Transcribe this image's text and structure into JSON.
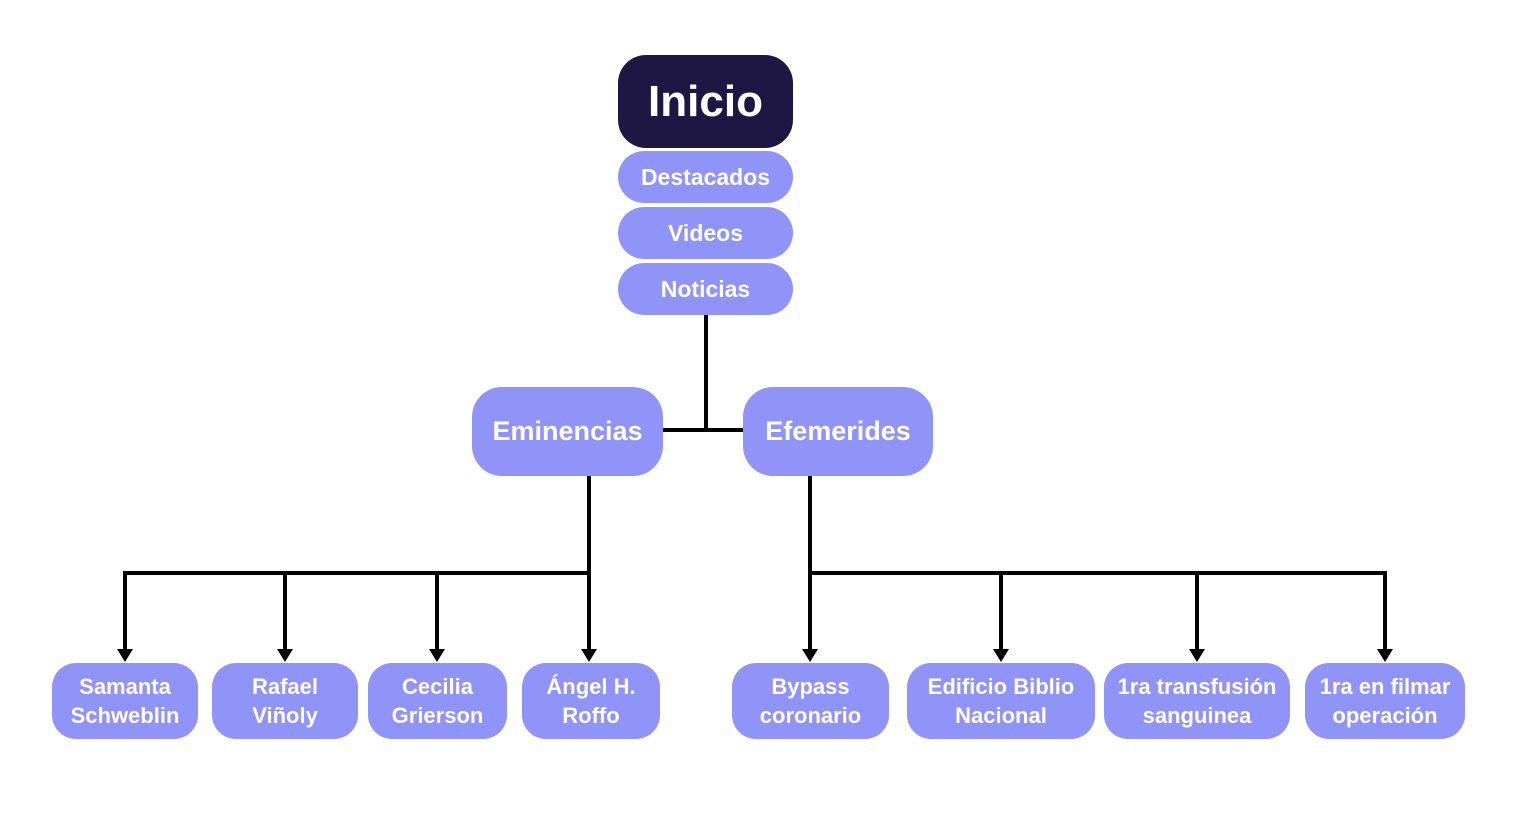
{
  "colors": {
    "root-bg": "#1E1743",
    "node-bg": "#9093F7",
    "node-text": "#FFFFFF",
    "connector": "#000000",
    "canvas-bg": "#FFFFFF"
  },
  "tree": {
    "root": {
      "label": "Inicio"
    },
    "menu": [
      {
        "label": "Destacados"
      },
      {
        "label": "Videos"
      },
      {
        "label": "Noticias"
      }
    ],
    "branches": [
      {
        "label": "Eminencias",
        "children": [
          {
            "label": "Samanta Schweblin",
            "lines": [
              "Samanta",
              "Schweblin"
            ]
          },
          {
            "label": "Rafael Viñoly",
            "lines": [
              "Rafael",
              "Viñoly"
            ]
          },
          {
            "label": "Cecilia Grierson",
            "lines": [
              "Cecilia",
              "Grierson"
            ]
          },
          {
            "label": "Ángel H. Roffo",
            "lines": [
              "Ángel H.",
              "Roffo"
            ]
          }
        ]
      },
      {
        "label": "Efemerides",
        "children": [
          {
            "label": "Bypass coronario",
            "lines": [
              "Bypass",
              "coronario"
            ]
          },
          {
            "label": "Edificio Biblio Nacional",
            "lines": [
              "Edificio Biblio",
              "Nacional"
            ]
          },
          {
            "label": "1ra transfusión sanguinea",
            "lines": [
              "1ra transfusión",
              "sanguinea"
            ]
          },
          {
            "label": "1ra en filmar operación",
            "lines": [
              "1ra en filmar",
              "operación"
            ]
          }
        ]
      }
    ]
  }
}
